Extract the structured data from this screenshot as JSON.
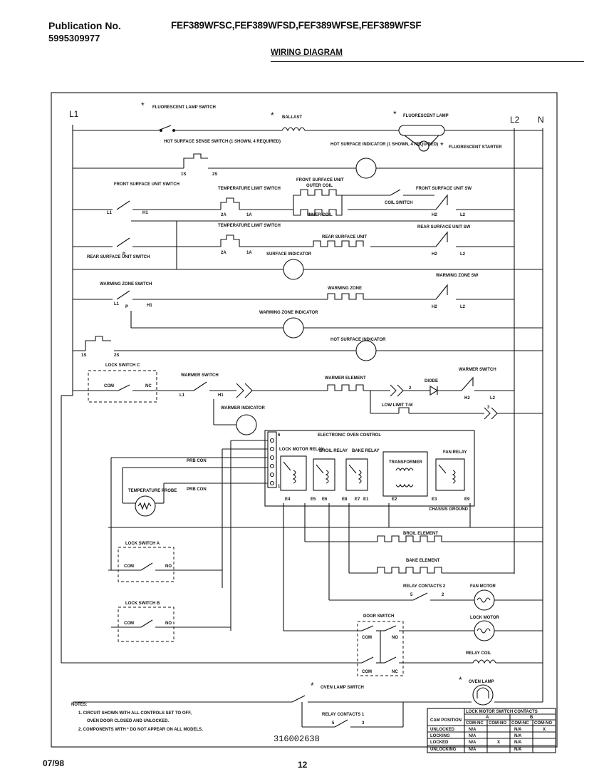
{
  "header": {
    "publication_label": "Publication No.",
    "publication_number": "5995309977",
    "models": "FEF389WFSC,FEF389WFSD,FEF389WFSE,FEF389WFSF",
    "title": "WIRING DIAGRAM"
  },
  "buses": {
    "l1": "L1",
    "l2": "L2",
    "n": "N"
  },
  "components": {
    "fluorescent_lamp_switch": "FLUORESCENT LAMP SWITCH",
    "ballast": "BALLAST",
    "fluorescent_lamp": "FLUORESCENT LAMP",
    "fluorescent_starter": "FLUORESCENT STARTER",
    "hot_surface_sense_switch": "HOT SURFACE SENSE SWITCH (1 SHOWN, 4 REQUIRED)",
    "hot_surface_indicator_top": "HOT SURFACE INDICATOR (1 SHOWN, 4 REQUIRED)",
    "front_surface_unit": "FRONT SURFACE UNIT",
    "outer_coil": "OUTER COIL",
    "inner_coil": "INNER COIL",
    "coil_switch": "COIL SWITCH",
    "front_surface_unit_sw": "FRONT SURFACE UNIT SW",
    "front_surface_unit_switch": "FRONT SURFACE UNIT SWITCH",
    "temp_limit_switch": "TEMPERATURE LIMIT SWITCH",
    "rear_surface_unit": "REAR SURFACE UNIT",
    "rear_surface_unit_sw": "REAR SURFACE UNIT SW",
    "rear_surface_unit_switch": "REAR SURFACE UNIT SWITCH",
    "surface_indicator": "SURFACE INDICATOR",
    "warming_zone_switch": "WARMING ZONE SWITCH",
    "warming_zone": "WARMING ZONE",
    "warming_zone_sw": "WARMING ZONE SW",
    "warming_zone_indicator": "WARMING ZONE INDICATOR",
    "hot_surface_indicator": "HOT SURFACE INDICATOR",
    "lock_switch_c": "LOCK SWITCH C",
    "warmer_switch": "WARMER SWITCH",
    "warmer_element": "WARMER ELEMENT",
    "diode": "DIODE",
    "warmer_switch_right": "WARMER SWITCH",
    "low_limit_tm": "LOW LIMIT T-M",
    "warmer_indicator": "WARMER INDICATOR",
    "electronic_oven_control": "ELECTRONIC OVEN CONTROL",
    "lock_motor_relay": "LOCK MOTOR RELAY",
    "broil_relay": "BROIL RELAY",
    "bake_relay": "BAKE RELAY",
    "transformer": "TRANSFORMER",
    "fan_relay": "FAN RELAY",
    "prb_con_1": "PRB CON",
    "prb_con_2": "PRB CON",
    "temperature_probe": "TEMPERATURE PROBE",
    "chassis_ground": "CHASSIS GROUND",
    "broil_element": "BROIL ELEMENT",
    "bake_element": "BAKE ELEMENT",
    "lock_switch_a": "LOCK SWITCH A",
    "lock_switch_b": "LOCK SWITCH B",
    "relay_contacts_2": "RELAY CONTACTS 2",
    "fan_motor": "FAN MOTOR",
    "door_switch": "DOOR SWITCH",
    "lock_motor": "LOCK MOTOR",
    "relay_coil": "RELAY COIL",
    "oven_lamp": "OVEN LAMP",
    "oven_lamp_switch": "OVEN LAMP SWITCH",
    "relay_contacts_1": "RELAY CONTACTS 1"
  },
  "terminals": {
    "t_1s": "1S",
    "t_2s": "2S",
    "t_l1": "L1",
    "t_h1": "H1",
    "t_p": "P",
    "t_h2": "H2",
    "t_l2": "L2",
    "t_2a": "2A",
    "t_1a": "1A",
    "t_com": "COM",
    "t_nc": "NC",
    "t_no": "NO",
    "t_e4": "E4",
    "t_e5": "E5",
    "t_e6": "E6",
    "t_e8": "E8",
    "t_e7": "E7",
    "t_e1": "E1",
    "t_e2": "E2",
    "t_e3": "E3",
    "t_e9": "E9",
    "t_5": "5",
    "t_2": "2",
    "t_3": "3",
    "t_1": "1",
    "t_6": "6"
  },
  "notes": {
    "heading": "NOTES:",
    "line1": "1. CIRCUIT SHOWN WITH ALL CONTROLS SET TO OFF,",
    "line2": "OVEN DOOR CLOSED AND UNLOCKED.",
    "line3": "2. COMPONENTS WITH * DO NOT APPEAR ON ALL MODELS."
  },
  "drawing_number": "316002638",
  "cam_table": {
    "title": "LOCK MOTOR SWITCH CONTACTS",
    "position_header": "CAM POSITION",
    "groups": [
      "A",
      "B"
    ],
    "sub_headers": [
      "COM-NC",
      "COM-NO",
      "COM-NC",
      "COM-NO"
    ],
    "rows": [
      {
        "position": "UNLOCKED",
        "cells": [
          "N/A",
          "",
          "N/A",
          "X"
        ]
      },
      {
        "position": "LOCKING",
        "cells": [
          "N/A",
          "",
          "N/A",
          ""
        ]
      },
      {
        "position": "LOCKED",
        "cells": [
          "N/A",
          "X",
          "N/A",
          ""
        ]
      },
      {
        "position": "UNLOCKING",
        "cells": [
          "N/A",
          "",
          "N/A",
          ""
        ]
      }
    ]
  },
  "footer": {
    "date": "07/98",
    "page": "12"
  }
}
